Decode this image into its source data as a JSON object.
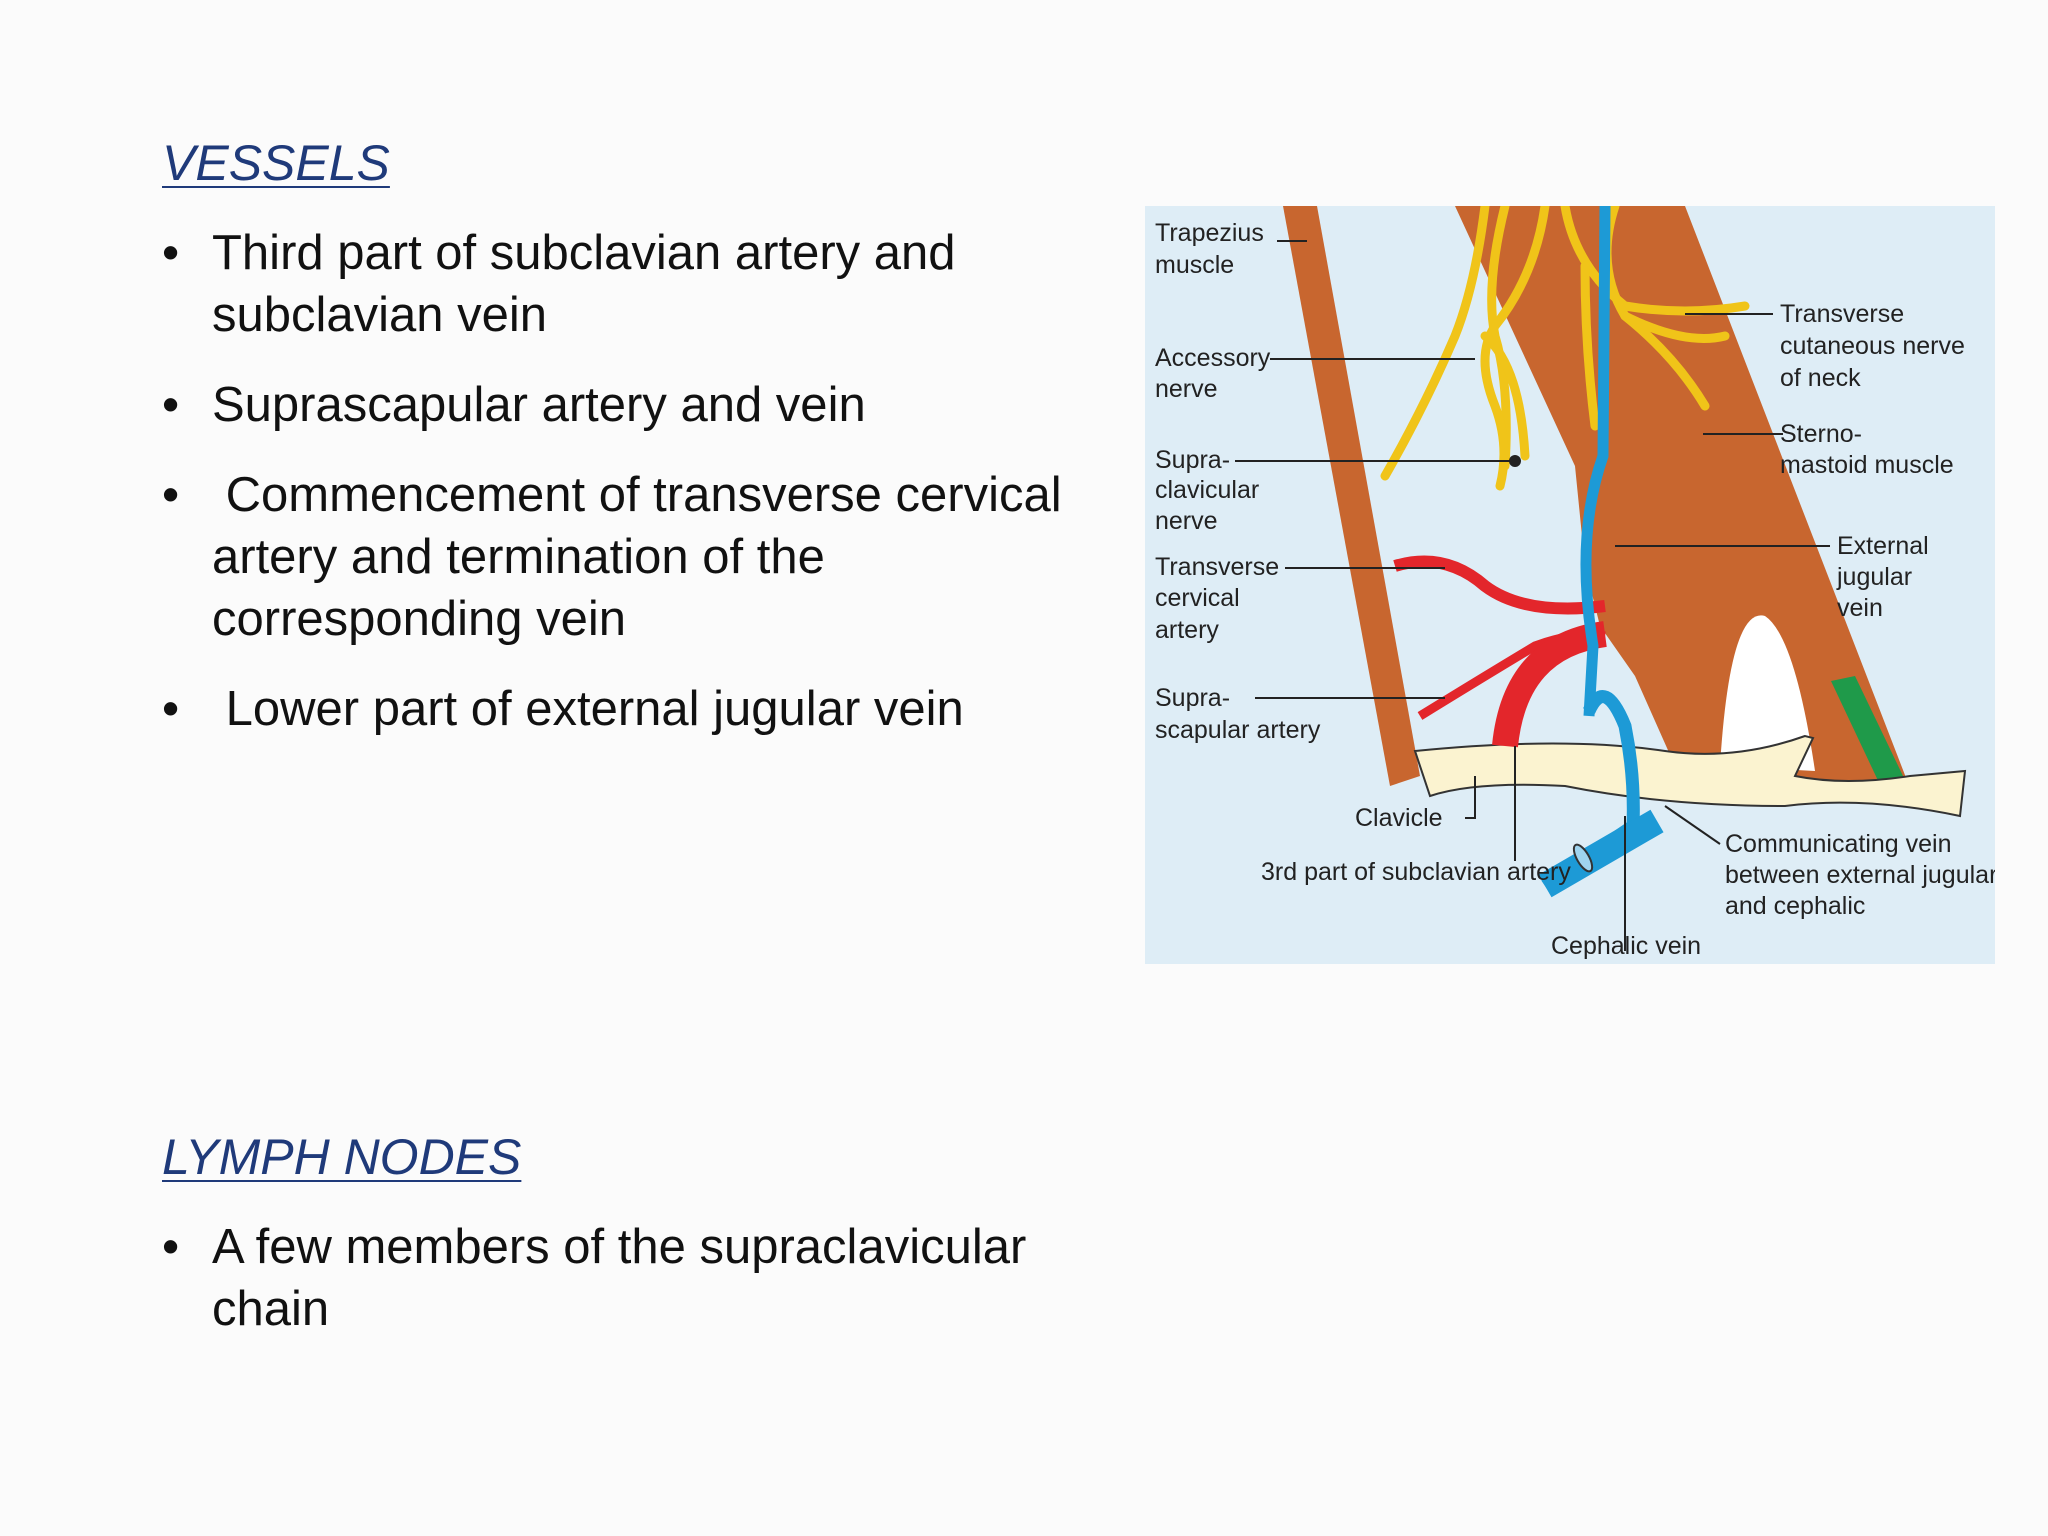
{
  "vessels": {
    "heading": "VESSELS",
    "items": [
      "Third part of subclavian artery and subclavian vein",
      "Suprascapular artery and vein",
      " Commencement of transverse cervical artery and termination of the corresponding vein",
      " Lower part of external jugular vein"
    ]
  },
  "lymph": {
    "heading": "LYMPH NODES",
    "items": [
      "A few members of the supraclavicular chain"
    ]
  },
  "figure": {
    "labels": {
      "trapezius_1": "Trapezius",
      "trapezius_2": "muscle",
      "accessory_1": "Accessory",
      "accessory_2": "nerve",
      "supraclav_1": "Supra-",
      "supraclav_2": "clavicular",
      "supraclav_3": "nerve",
      "transcerv_1": "Transverse",
      "transcerv_2": "cervical",
      "transcerv_3": "artery",
      "suprascap_1": "Supra-",
      "suprascap_2": "scapular artery",
      "clavicle": "Clavicle",
      "subclavian": "3rd part of subclavian artery",
      "cephalic": "Cephalic vein",
      "tcn_1": "Transverse",
      "tcn_2": "cutaneous nerve",
      "tcn_3": "of neck",
      "sterno_1": "Sterno-",
      "sterno_2": "mastoid muscle",
      "ejv_1": "External",
      "ejv_2": "jugular",
      "ejv_3": "vein",
      "comm_1": "Communicating vein",
      "comm_2": "between external jugular",
      "comm_3": "and cephalic"
    },
    "colors": {
      "background": "#deedf6",
      "muscle": "#c8662f",
      "nerve": "#f0c419",
      "artery": "#e3262b",
      "vein": "#1d9ad6",
      "clavicle": "#fbf3d0",
      "green": "#1f9a4a"
    }
  }
}
